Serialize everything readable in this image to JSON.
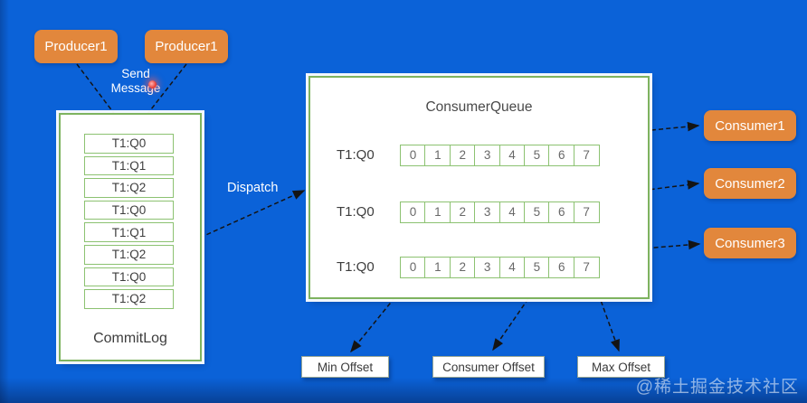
{
  "colors": {
    "background": "#0B62D8",
    "accent_orange": "#E2873C",
    "green_border": "#7EB35F",
    "cell_border": "#8CC271",
    "arrow": "#141414",
    "text_dark": "#3D3D3D"
  },
  "producers": [
    {
      "label": "Producer1"
    },
    {
      "label": "Producer1"
    }
  ],
  "annotations": {
    "send_message_line1": "Send",
    "send_message_line2": "Message",
    "dispatch": "Dispatch"
  },
  "commitlog": {
    "label": "CommitLog",
    "rows": [
      "T1:Q0",
      "T1:Q1",
      "T1:Q2",
      "T1:Q0",
      "T1:Q1",
      "T1:Q2",
      "T1:Q0",
      "T1:Q2"
    ]
  },
  "consumer_queue": {
    "title": "ConsumerQueue",
    "rows": [
      {
        "label": "T1:Q0",
        "cells": [
          "0",
          "1",
          "2",
          "3",
          "4",
          "5",
          "6",
          "7"
        ]
      },
      {
        "label": "T1:Q0",
        "cells": [
          "0",
          "1",
          "2",
          "3",
          "4",
          "5",
          "6",
          "7"
        ]
      },
      {
        "label": "T1:Q0",
        "cells": [
          "0",
          "1",
          "2",
          "3",
          "4",
          "5",
          "6",
          "7"
        ]
      }
    ]
  },
  "consumers": [
    {
      "label": "Consumer1"
    },
    {
      "label": "Consumer2"
    },
    {
      "label": "Consumer3"
    }
  ],
  "offsets": [
    {
      "label": "Min Offset"
    },
    {
      "label": "Consumer Offset"
    },
    {
      "label": "Max Offset"
    }
  ],
  "watermark": "@稀土掘金技术社区"
}
